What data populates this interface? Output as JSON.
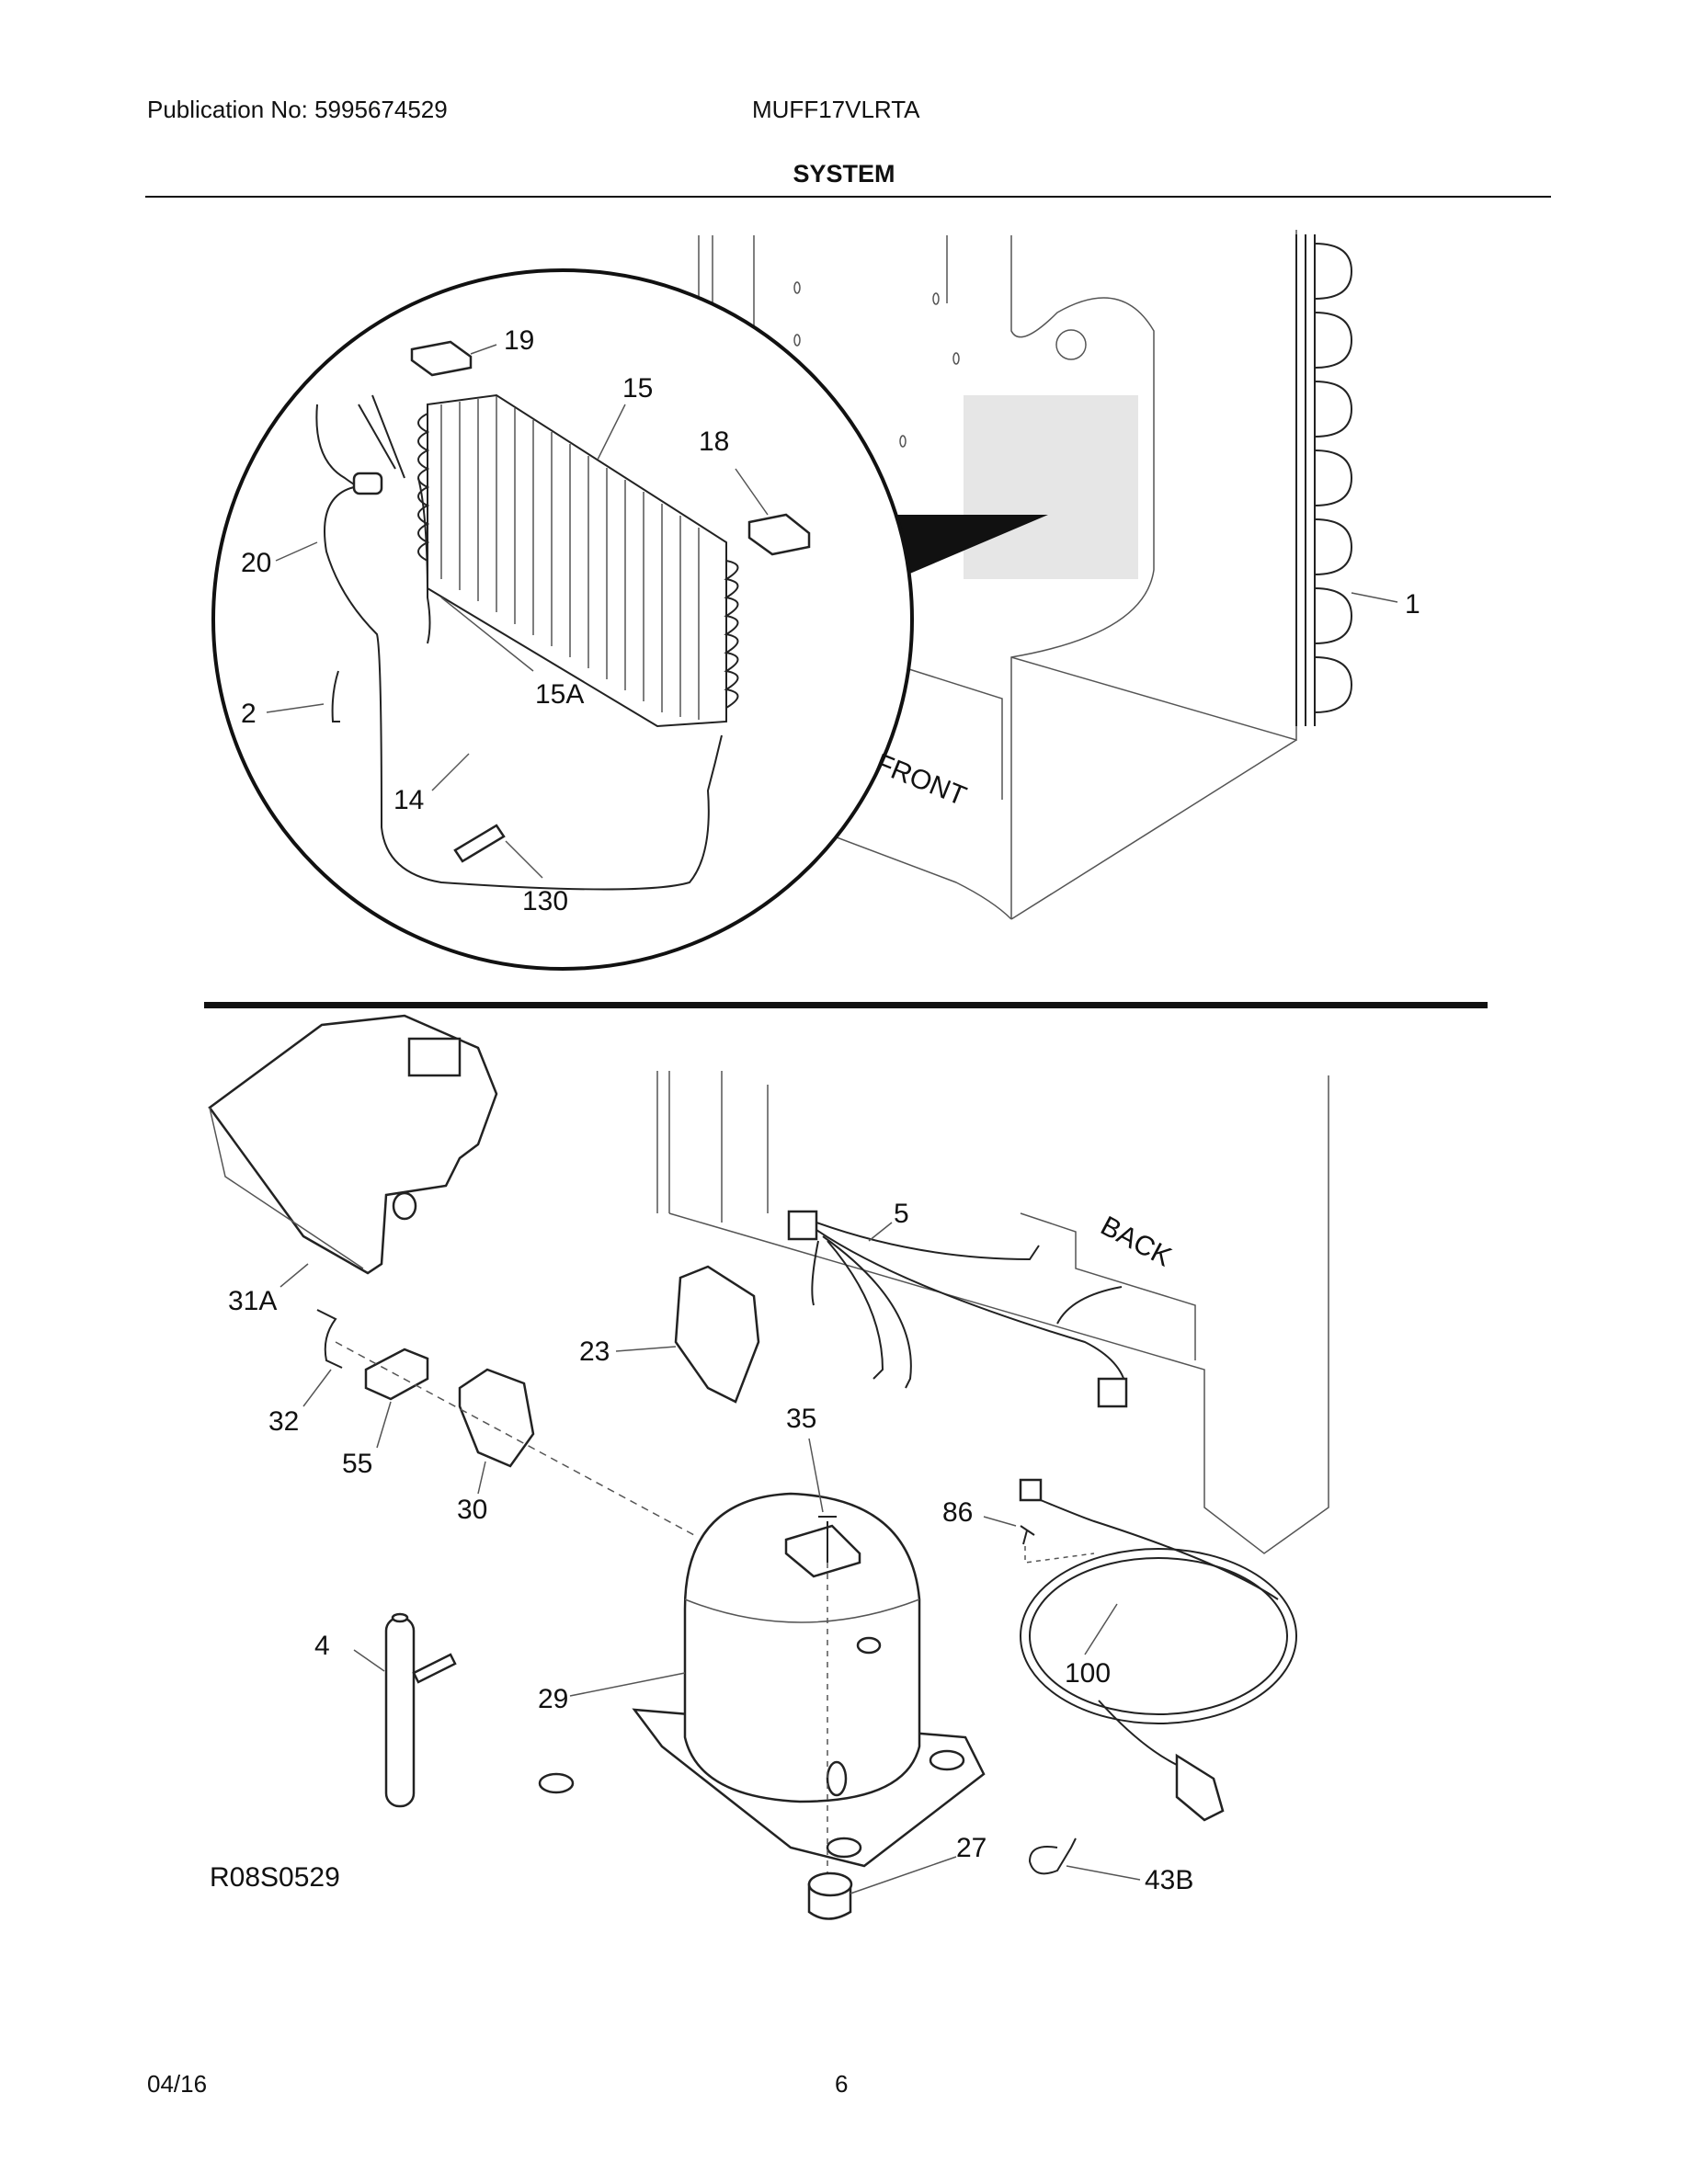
{
  "header": {
    "publication": "Publication No: 5995674529",
    "model": "MUFF17VLRTA",
    "section_title": "SYSTEM"
  },
  "diagram": {
    "upper_callouts": [
      "19",
      "15",
      "18",
      "20",
      "1",
      "15A",
      "2",
      "14",
      "130"
    ],
    "upper_text": [
      "FRONT"
    ],
    "lower_callouts": [
      "5",
      "31A",
      "23",
      "32",
      "55",
      "30",
      "35",
      "86",
      "4",
      "29",
      "100",
      "27",
      "43B"
    ],
    "lower_text": [
      "BACK"
    ],
    "drawing_number": "R08S0529"
  },
  "footer": {
    "date": "04/16",
    "page": "6"
  }
}
